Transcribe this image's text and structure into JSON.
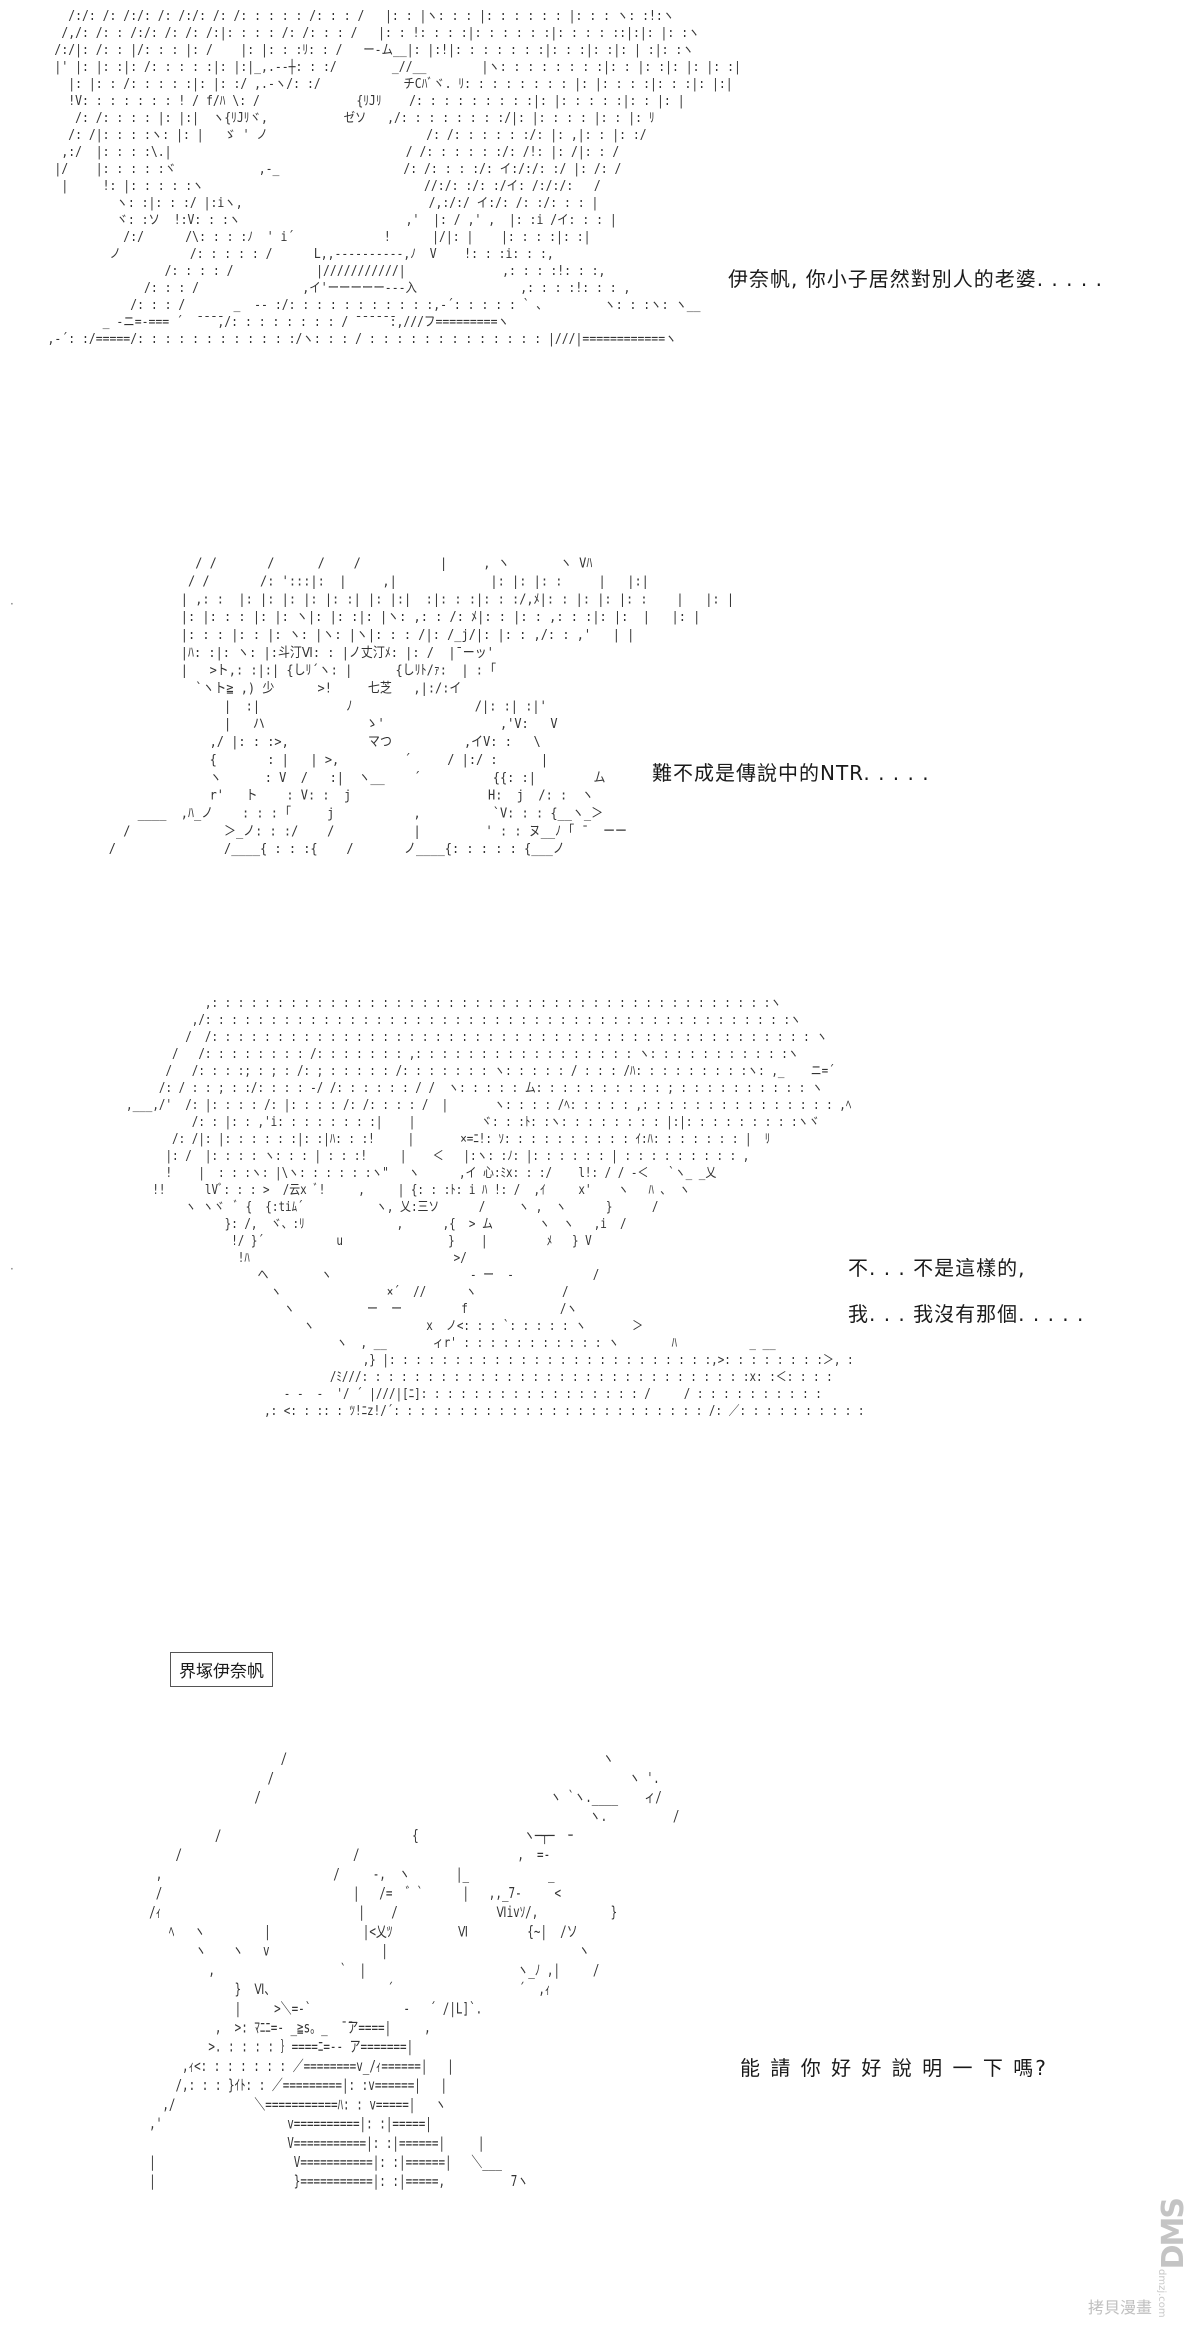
{
  "panels": [
    {
      "id": "panel-1",
      "dialogue": [
        "伊奈帆, 你小子居然對別人的老婆. . . . ."
      ],
      "ascii_art": "       /:/: /: /:/: /: /:/: /: /: : : : : /: : : /   |: : |ヽ: : : |: : : : : : |: : : ヽ: :!:ヽ\n      /,/: /: : /:/: /: /: /:|: : : : /: /: : : /   |: : !: : : :|: : : : : :|: : : : ::|:|: |: :ヽ\n     /:/|: /: : |/: : : |: /    |: |: : :ﾘ: : /   ー-ム__|: |:!|: : : : : : :|: : :|: :|: | :|: :ヽ\n     |' |: |: :|: /: : : : :|: |:|_,.--┼: : :/        _//__        |ヽ: : : : : : : :|: : |: :|: |: |: :|\n       |: |: : /: : : : :|: |: :/ ,.-ヽ/: :/            チCﾊﾞヾ. ﾘ: : : : : : : : |: |: : : :|: : :|: |:|\n       !V: : : : : : : ! / f/ﾊ \\: /              {ﾘJﾘ    /: : : : : : : : :|: |: : : : :|: : |: |\n        /: /: : : : |: |:|  ヽ{ﾘJﾘヾ,           ゼソ   ,/: : : : : : : :/|: |: : : : |: : |: ﾘ\n       /: /|: : : :ヽ: |: |   ゞ ' ノ                       /: /: : : : : :/: |: ,|: : |: :/\n      ,:/  |: : : :\\.|                                  / /: : : : : :/: /!: |: /|: : /\n     |/    |: : : : :ヾ            ,-_                  /: /: : : :/: イ:/:/: :/ |: /: /\n      |     !: |: : : : :ヽ                                //:/: :/: :/イ: /:/:/:   /\n              ヽ: :|: : :/ |:iヽ,                           /,:/:/ イ:/: /: :/: : : |\n              ヾ: :ソ  !:V: : :ヽ                        ,'  |: / ,' ,  |: :i /イ: : : |\n               /:/      /\\: : : :ﾉ  ' i´             !      |/|: |    |: : : :|: :|\n             ノ          /: : : : : /      L,,----------,ﾉ  V    !: : :i: : :,\n                     /: : : : /            |///////////|              ,: : : :!: : :,\n                  /: : : /               ,イ'ーーーーー‐‐‐入               ,: : : :!: : : ,\n                /: : : /       _  -‐ :/: : : : : : : : : : :,-´: : : : : ` ､         ヽ: : :ヽ: ヽ__\n            _ -ニ=-=== ´  ̄ ̄ ̄ ̄,/: : : : : : : : / ̄ ̄ ̄ ̄ ̄ ̄:,///フ=========ヽ\n    ,-´: :/=====/: : : : : : : : : : : :/ヽ: : : / : : : : : : : : : : : : : |///|============ヽ"
    },
    {
      "id": "panel-2",
      "dialogue": [
        "難不成是傳說中的NTR. . . . ."
      ],
      "ascii_art": "                / /       /      /    /           |     , ヽ       ヽ Vﾊ\n               / /       /: ':::|:  |     ,|             |: |: |: :     |   |:|\n              | ,: :  |: |: |: |: |: :| |: |:|  :|: : :|: : :/,ﾒ|: : |: |: |: :    |   |: |\n              |: |: : : |: |: ヽ|: |: :|: |ヽ: ,: : /: ﾒ|: : |: : ,: : :|: |:  |   |: |\n              |: : : |: : |: ヽ: |ヽ: |ヽ|: : : /|: /_j/|: |: : ,/: : ,'   | |\n              |ﾊ: :|: ヽ: |:斗汀Ⅵ: : |ノ丈汀ﾒ: |: /  |¯ーッ'\n              |   >ト,: :|:| {しﾘ´ヽ: |      {しﾘﾄ/ｧ:  | : ｢\n                `ヽト≧ ,) 少      >!     七芝   ,|:/:イ\n                    |  :|            ﾉ                 /|: :| :|'\n                    |   ハ              ゝ'                ,'V:   V\n                  ,/ |: : :>,           マつ          ,イV: :   \\\n                  {       : |   | >,         ´     / |:/ :      |\n                  ヽ      : V  /   :|  ヽ__    ´          {{: :|        ム\n                  r'   ト    : V: :  j                   H:  j  /: :  ヽ\n        ____  ,ﾊ_ノ    : : : ｢     j           ,          `V: : : {__ヽ_＞\n      /             ＞_ノ: : :/    /           |         ' : : ヌ__ﾉ ｢ ¯  ーー\n    /               /____{ : : :{    /       ノ____{: : : : : {___ノ"
    },
    {
      "id": "panel-3",
      "dialogue": [
        "不. . . 不是這樣的,",
        "我. . . 我沒有那個. . . . ."
      ],
      "ascii_art": "                   ,: : : : : : : : : : : : : : : : : : : : : : : : : : : : : : : : : : : : : : : : : : :ヽ\n                 ,/: : : : : : : : : : : : : : : : : : : : : : : : : : : : : : : : : : : : : : : : : : : : :ヽ\n                /  /: : : : : : : : : : : : : : : : : : : : : : : : : : : : : : : : : : : : : : : : : : : : : : ヽ\n              /   /: : : : : : : : /: : : : : : : ,: : : : : : : : : : : : : : : : : ヽ: : : : : : : : : : :ヽ\n             /   /: : : :; : ; : /: ; : : : : : /: : : : : : : ヽ: : : : : / : : : /ﾊ: : : : : : : : :ヽ: ,_    ニ=´\n            /: / : : ; : :/: : : : -/ /: : : : : : / /  ヽ: : : : : ム: : : : : : : : : : ; : : : : : : : : : : ヽ\n       ,___,/'  /: |: : : : /: |: : : : /: /: : : : /  |       ヽ: : : : /ﾍ: : : : : ,: : : : : : : : : : : : : : : ,ﾍ\n                 /: : |: : ,'i: : : : : : : :|    |          ヾ: : :ﾄ: :ヽ: : : : : : : : |:|: : : : : : : : :ヽヾ\n              /: /|: |: : : : : :|: :|ﾊ: : :!     |       ×=ﾆ!: ｿ: : : : : : : : : : ｲ:ﾊ: : : : : : : |  ﾘ\n             |: /  |: : : : ヽ: : : | : : :!     |    ＜   |:ヽ: :ﾉ: |: : : : : : | : : : : : : : : : ,\n             !    |  : : :ヽ: |\\ヽ: : : : : :ヽ\"   ヽ      ,イ 心:ﾐx: : :/    l!: / / -＜   `ヽ_ _乂\n           !!      lVﾞ: : : >  /云x ﾞ!     ,     | {: : :ﾄ: i ﾊ !: /  ,ｲ     x'    ヽ   ﾊ ､  ヽ\n                ヽ ヽヾ  ﾞ {  {:tiﾑ´           ヽ, 乂:三ソ      /     ヽ ,  ヽ      }      /\n                      }: /,  ヾ、:ﾘ              ,      ,{  > ム       ヽ  ヽ   ,i  /\n                       !/ }´           u                }    |         ﾒ   } V\n                        !ﾊ                               >/\n                           ヘ        ヽ                     - ー  -            /\n                             ヽ                ×´  //      ヽ             /\n                               ヽ           ー  ー         f              /ヽ\n                                  ヽ                 x  ノ<: : : `: : : : : ヽ       ＞\n                                       ヽ  , __       ィr' : : : : : : : : : : : ヽ        ﾊ           _ __\n                                           ,} |: : : : : : : : : : : : : : : : : : : : : : : : :,>: : : : : : : :＞, :\n                                      /ﾐ///: : : : : : : : : : : : : : : : : : : : : : : : : : : : : :x: :＜: : : :\n                               - -  -  '/ ´ |///|[ﾆ]: : : : : : : : : : : : : : : : : /     / : : : : : : : : : :\n                            ,: <: : :: : ﾂ!ﾆz!/´: : : : : : : : : : : : : : : : : : : : : : : : /: ／: : : : : : : : : :"
    },
    {
      "id": "panel-4",
      "name_box": "界塚伊奈帆",
      "dialogue": [
        "能 請 你 好 好 說 明 一 下 嗎?"
      ],
      "ascii_art": "                             /                                                ヽ\n                           /                                                      ヽ '.\n                         /                                            ヽ `ヽ.____    ィ/\n                                                                            ヽ.          /\n                   /                             {                ヽ─┬─  ｰ\n             /                          /                        ,  =-\n          ,                          /     -,  ヽ       |_            _\n          /                             |   /=  ゛`      |   ,,_7-     <\n         /ｨ                              |    /               Ⅵivｿ/,           }\n            ﾍ   ヽ         |              |<乂ﾂ          Ⅵ         {~|  /ソ\n                ヽ    ヽ   v                 |                             ヽ\n                  ,                   `  |                       ヽ_ﾉ ,|     /\n                      }  Ⅵ、                 ´                   ´  ,ｨ\n                      |     >＼=-`              -   ´ /|L]`.\n                   ,  >: ﾏﾆﾆ=- _≧s。_  ̄ ̄ア====|     ,\n                  >. : : : : ｝====ﾆ=-- ア=======|\n              ,ｨ<: : : : : : : ／========v_/ｨ======|   |\n             /,: : : }ｲﾄ: : ／=========|: :v======|   |\n           ,/            ＼===========ﾊ: : v=====|   ヽ\n         ,'                   v==========|: :|=====|\n                              V===========|: :|======|     |\n         |                     V===========|: :|======|   ＼___\n         |                     }===========|: :|=====,          7ヽ"
    }
  ],
  "watermark": {
    "logo": "DMS",
    "site": "dmzj.com",
    "caption": "拷貝漫畫"
  }
}
